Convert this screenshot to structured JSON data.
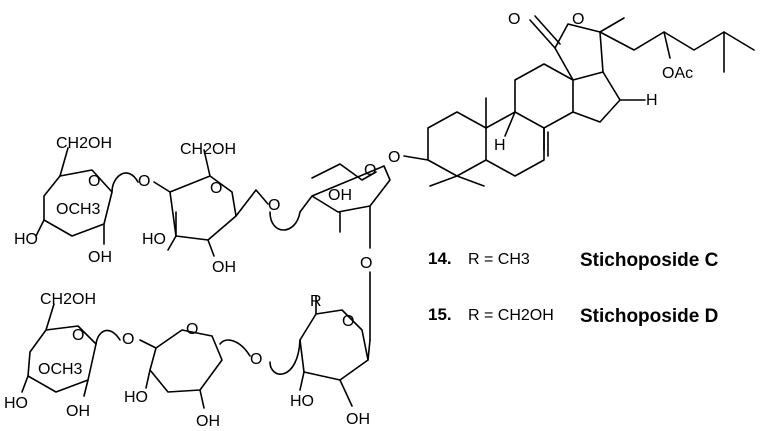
{
  "labels": {
    "lactone_o": "O",
    "ring_o": "O",
    "h_17": "H",
    "oac": "OAc",
    "h_9": "H",
    "glyco_o": "O",
    "xyl1_ring_o": "O",
    "xyl1_oh": "OH",
    "link_o_xyl1_glc": "O",
    "link_o_xyl1_qui": "O",
    "glc_ring_o": "O",
    "glc_ch2oh": "CH2OH",
    "glc_oh": "OH",
    "glc_ho": "HO",
    "link_o_glc_mglc": "O",
    "mglc1_ring_o": "O",
    "mglc1_ch2oh": "CH2OH",
    "mglc1_och3": "OCH3",
    "mglc1_ho": "HO",
    "mglc1_oh": "OH",
    "qui_ring_o": "O",
    "qui_r": "R",
    "qui_ho": "HO",
    "qui_oh": "OH",
    "link_o_qui_xyl2": "O",
    "xyl2_ring_o": "O",
    "xyl2_ho": "HO",
    "xyl2_oh": "OH",
    "link_o_xyl2_mglc": "O",
    "mglc2_ring_o": "O",
    "mglc2_ch2oh": "CH2OH",
    "mglc2_och3": "OCH3",
    "mglc2_ho": "HO",
    "mglc2_oh": "OH"
  },
  "compounds": [
    {
      "number": "14.",
      "r_text": "R = CH3",
      "name": "Stichoposide C"
    },
    {
      "number": "15.",
      "r_text": "R = CH2OH",
      "name": "Stichoposide D"
    }
  ]
}
